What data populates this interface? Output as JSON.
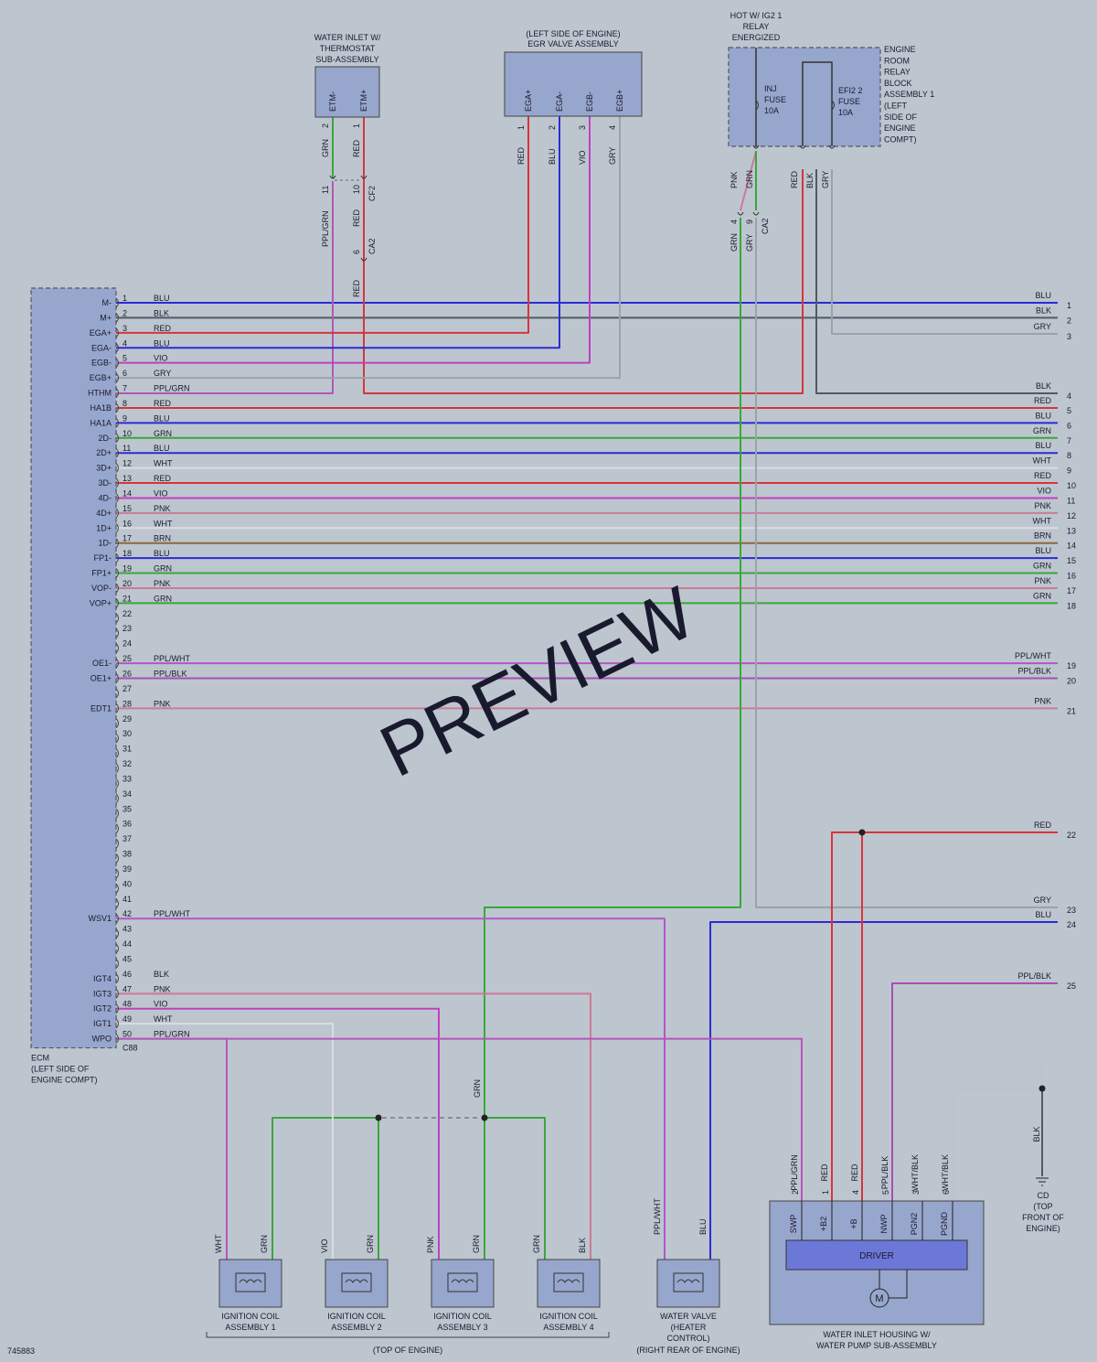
{
  "figure_id": "745883",
  "watermark": "PREVIEW",
  "colors": {
    "BLU": "#2b2bd6",
    "BLK": "#505a66",
    "RED": "#d8343c",
    "GRY": "#9aa2aa",
    "VIO": "#c040c0",
    "PPL/GRN": "#b455b8",
    "GRN": "#38a838",
    "WHT": "#d8dde3",
    "PNK": "#cc7a96",
    "BRN": "#8a6a3a",
    "PPL/WHT": "#b455c8",
    "PPL/BLK": "#a650b5"
  },
  "ecm": {
    "title": [
      "ECM",
      "(LEFT SIDE OF",
      "ENGINE COMPT)"
    ],
    "connector": "C88",
    "pins": [
      {
        "pin": "1",
        "name": "M-",
        "wire": "BLU",
        "rc": "BLU",
        "rn": "1"
      },
      {
        "pin": "2",
        "name": "M+",
        "wire": "BLK",
        "rc": "BLK",
        "rn": "2"
      },
      {
        "pin": "3",
        "name": "EGA+",
        "wire": "RED",
        "rc": "",
        "rn": ""
      },
      {
        "pin": "4",
        "name": "EGA-",
        "wire": "BLU",
        "rc": "",
        "rn": ""
      },
      {
        "pin": "5",
        "name": "EGB-",
        "wire": "VIO",
        "rc": "",
        "rn": ""
      },
      {
        "pin": "6",
        "name": "EGB+",
        "wire": "GRY",
        "rc": "",
        "rn": ""
      },
      {
        "pin": "7",
        "name": "HTHM",
        "wire": "PPL/GRN",
        "rc": "",
        "rn": ""
      },
      {
        "pin": "8",
        "name": "HA1B",
        "wire": "RED",
        "rc": "RED",
        "rn": "5"
      },
      {
        "pin": "9",
        "name": "HA1A",
        "wire": "BLU",
        "rc": "BLU",
        "rn": "6"
      },
      {
        "pin": "10",
        "name": "2D-",
        "wire": "GRN",
        "rc": "GRN",
        "rn": "7"
      },
      {
        "pin": "11",
        "name": "2D+",
        "wire": "BLU",
        "rc": "BLU",
        "rn": "8"
      },
      {
        "pin": "12",
        "name": "3D+",
        "wire": "WHT",
        "rc": "WHT",
        "rn": "9"
      },
      {
        "pin": "13",
        "name": "3D-",
        "wire": "RED",
        "rc": "RED",
        "rn": "10"
      },
      {
        "pin": "14",
        "name": "4D-",
        "wire": "VIO",
        "rc": "VIO",
        "rn": "11"
      },
      {
        "pin": "15",
        "name": "4D+",
        "wire": "PNK",
        "rc": "PNK",
        "rn": "12"
      },
      {
        "pin": "16",
        "name": "1D+",
        "wire": "WHT",
        "rc": "WHT",
        "rn": "13"
      },
      {
        "pin": "17",
        "name": "1D-",
        "wire": "BRN",
        "rc": "BRN",
        "rn": "14"
      },
      {
        "pin": "18",
        "name": "FP1-",
        "wire": "BLU",
        "rc": "BLU",
        "rn": "15"
      },
      {
        "pin": "19",
        "name": "FP1+",
        "wire": "GRN",
        "rc": "GRN",
        "rn": "16"
      },
      {
        "pin": "20",
        "name": "VOP-",
        "wire": "PNK",
        "rc": "PNK",
        "rn": "17"
      },
      {
        "pin": "21",
        "name": "VOP+",
        "wire": "GRN",
        "rc": "GRN",
        "rn": "18"
      },
      {
        "pin": "22",
        "name": "",
        "wire": "",
        "rc": "",
        "rn": ""
      },
      {
        "pin": "23",
        "name": "",
        "wire": "",
        "rc": "",
        "rn": ""
      },
      {
        "pin": "24",
        "name": "",
        "wire": "",
        "rc": "",
        "rn": ""
      },
      {
        "pin": "25",
        "name": "OE1-",
        "wire": "PPL/WHT",
        "rc": "PPL/WHT",
        "rn": "19"
      },
      {
        "pin": "26",
        "name": "OE1+",
        "wire": "PPL/BLK",
        "rc": "PPL/BLK",
        "rn": "20"
      },
      {
        "pin": "27",
        "name": "",
        "wire": "",
        "rc": "",
        "rn": ""
      },
      {
        "pin": "28",
        "name": "EDT1",
        "wire": "PNK",
        "rc": "PNK",
        "rn": "21"
      },
      {
        "pin": "29",
        "name": "",
        "wire": "",
        "rc": "",
        "rn": ""
      },
      {
        "pin": "30",
        "name": "",
        "wire": "",
        "rc": "",
        "rn": ""
      },
      {
        "pin": "31",
        "name": "",
        "wire": "",
        "rc": "",
        "rn": ""
      },
      {
        "pin": "32",
        "name": "",
        "wire": "",
        "rc": "",
        "rn": ""
      },
      {
        "pin": "33",
        "name": "",
        "wire": "",
        "rc": "",
        "rn": ""
      },
      {
        "pin": "34",
        "name": "",
        "wire": "",
        "rc": "",
        "rn": ""
      },
      {
        "pin": "35",
        "name": "",
        "wire": "",
        "rc": "",
        "rn": ""
      },
      {
        "pin": "36",
        "name": "",
        "wire": "",
        "rc": "",
        "rn": ""
      },
      {
        "pin": "37",
        "name": "",
        "wire": "",
        "rc": "",
        "rn": ""
      },
      {
        "pin": "38",
        "name": "",
        "wire": "",
        "rc": "",
        "rn": ""
      },
      {
        "pin": "39",
        "name": "",
        "wire": "",
        "rc": "",
        "rn": ""
      },
      {
        "pin": "40",
        "name": "",
        "wire": "",
        "rc": "",
        "rn": ""
      },
      {
        "pin": "41",
        "name": "",
        "wire": "",
        "rc": "",
        "rn": ""
      },
      {
        "pin": "42",
        "name": "WSV1",
        "wire": "PPL/WHT",
        "rc": "",
        "rn": ""
      },
      {
        "pin": "43",
        "name": "",
        "wire": "",
        "rc": "",
        "rn": ""
      },
      {
        "pin": "44",
        "name": "",
        "wire": "",
        "rc": "",
        "rn": ""
      },
      {
        "pin": "45",
        "name": "",
        "wire": "",
        "rc": "",
        "rn": ""
      },
      {
        "pin": "46",
        "name": "IGT4",
        "wire": "BLK",
        "rc": "",
        "rn": ""
      },
      {
        "pin": "47",
        "name": "IGT3",
        "wire": "PNK",
        "rc": "",
        "rn": ""
      },
      {
        "pin": "48",
        "name": "IGT2",
        "wire": "VIO",
        "rc": "",
        "rn": ""
      },
      {
        "pin": "49",
        "name": "IGT1",
        "wire": "WHT",
        "rc": "",
        "rn": ""
      },
      {
        "pin": "50",
        "name": "WPO",
        "wire": "PPL/GRN",
        "rc": "",
        "rn": ""
      }
    ]
  },
  "right_terminals": [
    {
      "num": "3",
      "wire": "GRY"
    },
    {
      "num": "4",
      "wire": "BLK"
    },
    {
      "num": "22",
      "wire": "RED"
    },
    {
      "num": "23",
      "wire": "GRY"
    },
    {
      "num": "24",
      "wire": "BLU"
    },
    {
      "num": "25",
      "wire": "PPL/BLK"
    }
  ],
  "thermostat": {
    "title": [
      "WATER INLET W/",
      "THERMOSTAT",
      "SUB-ASSEMBLY"
    ],
    "pins": [
      {
        "name": "ETM-",
        "num": "2",
        "wire": "GRN"
      },
      {
        "name": "ETM+",
        "num": "1",
        "wire": "RED"
      }
    ],
    "lower_wires": [
      {
        "num": "11",
        "wire": "PPL/GRN"
      },
      {
        "num": "10",
        "wire": "RED"
      }
    ],
    "conn_cf2": "CF2",
    "conn_ca2_pin": "6",
    "conn_ca2_wire": "RED",
    "conn_ca2": "CA2"
  },
  "egr": {
    "title": [
      "(LEFT SIDE OF ENGINE)",
      "EGR VALVE ASSEMBLY"
    ],
    "pins": [
      {
        "name": "EGA+",
        "num": "1",
        "wire": "RED"
      },
      {
        "name": "EGA-",
        "num": "2",
        "wire": "BLU"
      },
      {
        "name": "EGB-",
        "num": "3",
        "wire": "VIO"
      },
      {
        "name": "EGB+",
        "num": "4",
        "wire": "GRY"
      }
    ]
  },
  "relay_block": {
    "hot_label": [
      "HOT W/ IG2 1",
      "RELAY",
      "ENERGIZED"
    ],
    "title": [
      "ENGINE",
      "ROOM",
      "RELAY",
      "BLOCK",
      "ASSEMBLY 1",
      "(LEFT",
      "SIDE OF",
      "ENGINE",
      "COMPT)"
    ],
    "fuse1": [
      "INJ",
      "FUSE",
      "10A"
    ],
    "fuse2": [
      "EFI2 2",
      "FUSE",
      "10A"
    ],
    "wires_top": [
      "PNK",
      "GRN",
      "RED",
      "BLK",
      "GRY"
    ],
    "ca2_pins": [
      {
        "num": "4",
        "wire": "GRN"
      },
      {
        "num": "9",
        "wire": "GRY"
      }
    ],
    "conn": "CA2"
  },
  "coils": [
    {
      "title": [
        "IGNITION COIL",
        "ASSEMBLY 1"
      ],
      "p2": "WHT",
      "p1": "GRN"
    },
    {
      "title": [
        "IGNITION COIL",
        "ASSEMBLY 2"
      ],
      "p2": "VIO",
      "p1": "GRN"
    },
    {
      "title": [
        "IGNITION COIL",
        "ASSEMBLY 3"
      ],
      "p2": "PNK",
      "p1": "GRN"
    },
    {
      "title": [
        "IGNITION COIL",
        "ASSEMBLY 4"
      ],
      "p2": "GRN",
      "p1": "BLK"
    }
  ],
  "coil_grn_label": "GRN",
  "top_of_engine": "(TOP OF ENGINE)",
  "water_valve": {
    "title": [
      "WATER VALVE",
      "(HEATER",
      "CONTROL)",
      "(RIGHT REAR OF ENGINE)"
    ],
    "p1": "PPL/WHT",
    "p2": "BLU"
  },
  "pump": {
    "title": [
      "WATER INLET HOUSING W/",
      "WATER PUMP SUB-ASSEMBLY"
    ],
    "driver": "DRIVER",
    "motor": "M",
    "pins": [
      {
        "name": "SWP",
        "num": "2",
        "wire": "PPL/GRN"
      },
      {
        "name": "+B2",
        "num": "1",
        "wire": "RED"
      },
      {
        "name": "+B",
        "num": "4",
        "wire": "RED"
      },
      {
        "name": "NWP",
        "num": "5",
        "wire": "PPL/BLK"
      },
      {
        "name": "PGN2",
        "num": "3",
        "wire": "WHT/BLK"
      },
      {
        "name": "PGND",
        "num": "6",
        "wire": "WHT/BLK"
      }
    ]
  },
  "ground": {
    "wire": "BLK",
    "title": [
      "CD",
      "(TOP",
      "FRONT OF",
      "ENGINE)"
    ]
  }
}
